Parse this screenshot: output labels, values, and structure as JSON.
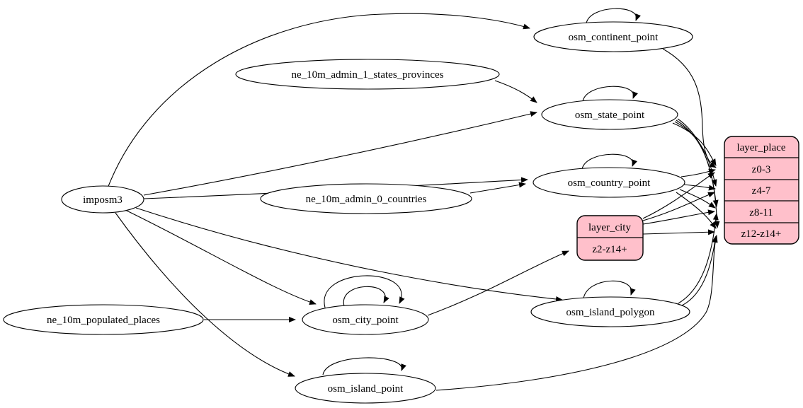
{
  "diagram": {
    "type": "flowchart-etl-graph",
    "colors": {
      "background": "#ffffff",
      "stroke": "#000000",
      "record_fill": "#ffc0cb",
      "ellipse_fill": "#ffffff"
    },
    "nodes": {
      "imposm3": {
        "label": "imposm3",
        "shape": "ellipse"
      },
      "ne_10m_admin_1_states_provinces": {
        "label": "ne_10m_admin_1_states_provinces",
        "shape": "ellipse"
      },
      "ne_10m_admin_0_countries": {
        "label": "ne_10m_admin_0_countries",
        "shape": "ellipse"
      },
      "ne_10m_populated_places": {
        "label": "ne_10m_populated_places",
        "shape": "ellipse"
      },
      "osm_continent_point": {
        "label": "osm_continent_point",
        "shape": "ellipse"
      },
      "osm_state_point": {
        "label": "osm_state_point",
        "shape": "ellipse"
      },
      "osm_country_point": {
        "label": "osm_country_point",
        "shape": "ellipse"
      },
      "osm_city_point": {
        "label": "osm_city_point",
        "shape": "ellipse"
      },
      "osm_island_polygon": {
        "label": "osm_island_polygon",
        "shape": "ellipse"
      },
      "osm_island_point": {
        "label": "osm_island_point",
        "shape": "ellipse"
      },
      "layer_city": {
        "label": "layer_city",
        "shape": "record",
        "rows": [
          "z2-z14+"
        ]
      },
      "layer_place": {
        "label": "layer_place",
        "shape": "record",
        "rows": [
          "z0-3",
          "z4-7",
          "z8-11",
          "z12-z14+"
        ]
      }
    },
    "edges": [
      {
        "from": "imposm3",
        "to": "osm_continent_point"
      },
      {
        "from": "imposm3",
        "to": "osm_state_point"
      },
      {
        "from": "imposm3",
        "to": "osm_country_point"
      },
      {
        "from": "imposm3",
        "to": "osm_city_point"
      },
      {
        "from": "imposm3",
        "to": "osm_island_polygon"
      },
      {
        "from": "imposm3",
        "to": "osm_island_point"
      },
      {
        "from": "ne_10m_admin_1_states_provinces",
        "to": "osm_state_point"
      },
      {
        "from": "ne_10m_admin_0_countries",
        "to": "osm_country_point"
      },
      {
        "from": "ne_10m_populated_places",
        "to": "osm_city_point"
      },
      {
        "from": "osm_continent_point",
        "to": "osm_continent_point",
        "type": "self-loop"
      },
      {
        "from": "osm_state_point",
        "to": "osm_state_point",
        "type": "self-loop"
      },
      {
        "from": "osm_country_point",
        "to": "osm_country_point",
        "type": "self-loop"
      },
      {
        "from": "osm_city_point",
        "to": "osm_city_point",
        "type": "self-loop"
      },
      {
        "from": "osm_city_point",
        "to": "osm_city_point",
        "type": "self-loop"
      },
      {
        "from": "osm_island_polygon",
        "to": "osm_island_polygon",
        "type": "self-loop"
      },
      {
        "from": "osm_island_point",
        "to": "osm_island_point",
        "type": "self-loop"
      },
      {
        "from": "osm_city_point",
        "to": "layer_city",
        "port": "z2-z14+"
      },
      {
        "from": "osm_continent_point",
        "to": "layer_place",
        "port": "z0-3"
      },
      {
        "from": "osm_state_point",
        "to": "layer_place",
        "port": "z0-3"
      },
      {
        "from": "osm_state_point",
        "to": "layer_place",
        "port": "z4-7"
      },
      {
        "from": "osm_state_point",
        "to": "layer_place",
        "port": "z8-11"
      },
      {
        "from": "osm_state_point",
        "to": "layer_place",
        "port": "z12-z14+"
      },
      {
        "from": "osm_country_point",
        "to": "layer_place",
        "port": "z0-3"
      },
      {
        "from": "osm_country_point",
        "to": "layer_place",
        "port": "z4-7"
      },
      {
        "from": "osm_country_point",
        "to": "layer_place",
        "port": "z8-11"
      },
      {
        "from": "osm_country_point",
        "to": "layer_place",
        "port": "z12-z14+"
      },
      {
        "from": "layer_city",
        "to": "layer_place",
        "port": "z0-3"
      },
      {
        "from": "layer_city",
        "to": "layer_place",
        "port": "z4-7"
      },
      {
        "from": "layer_city",
        "to": "layer_place",
        "port": "z8-11"
      },
      {
        "from": "layer_city",
        "to": "layer_place",
        "port": "z12-z14+"
      },
      {
        "from": "osm_island_polygon",
        "to": "layer_place",
        "port": "z8-11"
      },
      {
        "from": "osm_island_polygon",
        "to": "layer_place",
        "port": "z12-z14+"
      },
      {
        "from": "osm_island_point",
        "to": "layer_place",
        "port": "z12-z14+"
      }
    ]
  }
}
